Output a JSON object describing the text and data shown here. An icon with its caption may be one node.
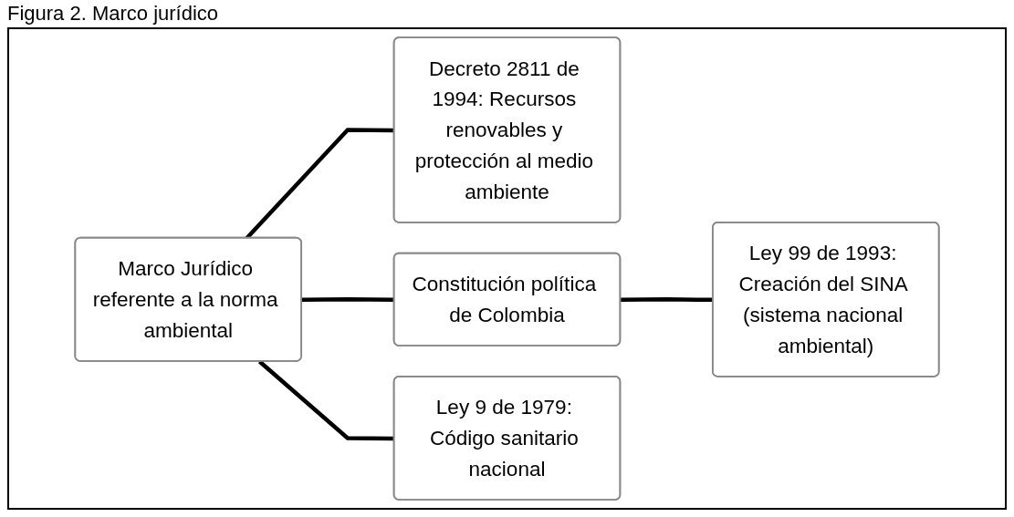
{
  "diagram": {
    "title": "Figura 2. Marco jurídico",
    "nodes": [
      {
        "text": [
          "Marco Jurídico referente a la norma ambiental"
        ]
      },
      {
        "text": [
          "Decreto 2811 de 1994: Recursos renovables y protección al medio ambiente"
        ]
      },
      {
        "text": [
          "Constitución política de Colombia"
        ]
      },
      {
        "text": [
          "Ley 99 de 1993: Creación del SINA (sistema nacional ambiental)"
        ]
      },
      {
        "text": [
          "Ley 9 de 1979: Código sanitario nacional"
        ]
      }
    ],
    "edges": [
      {
        "from": 0,
        "to": 1,
        "arrow": "none"
      },
      {
        "from": 0,
        "to": 2,
        "arrow": "none"
      },
      {
        "from": 0,
        "to": 4,
        "arrow": "none"
      },
      {
        "from": 2,
        "to": 3,
        "arrow": "none"
      }
    ]
  }
}
